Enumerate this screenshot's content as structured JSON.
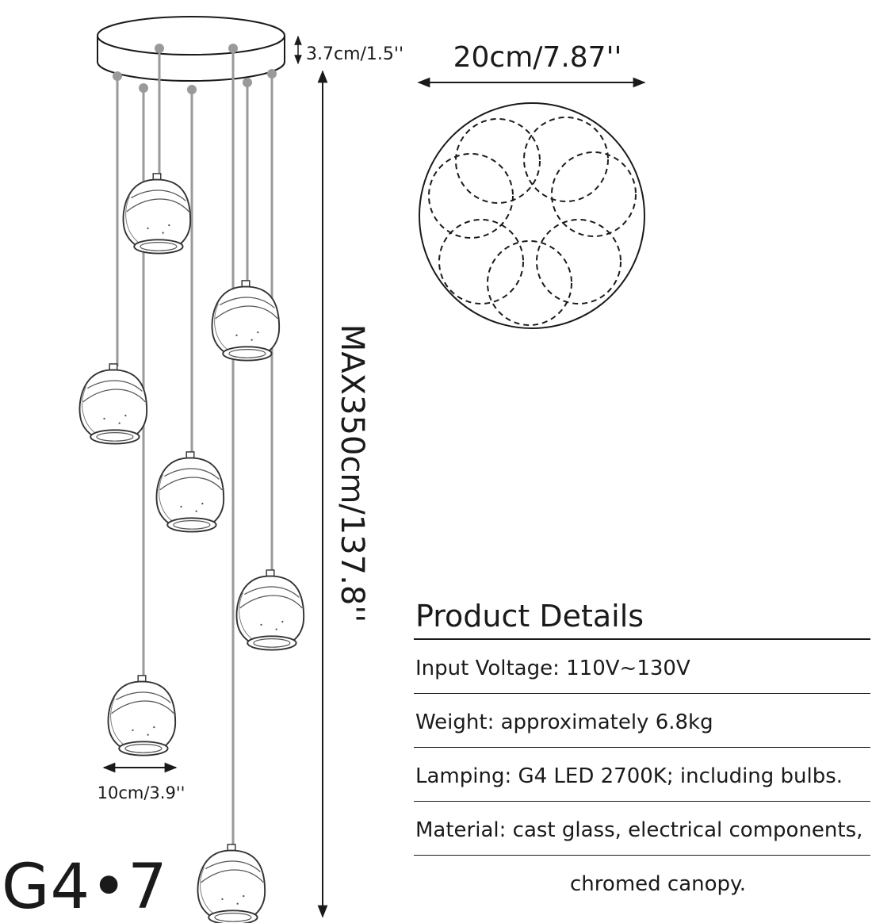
{
  "dimensions": {
    "canopy_height": "3.7cm/1.5''",
    "canopy_diameter": "20cm/7.87''",
    "max_length": "MAX350cm/137.8''",
    "shade_width": "10cm/3.9''"
  },
  "model": "G4•7",
  "product_details": {
    "title": "Product Details",
    "rows": [
      "Input Voltage: 110V~130V",
      "Weight: approximately 6.8kg",
      "Lamping: G4 LED 2700K; including bulbs.",
      "Material: cast glass,  electrical components,",
      "chromed canopy."
    ]
  },
  "colors": {
    "line": "#1a1a1a",
    "cord": "#9a9a9a"
  },
  "icons": [
    "double-arrow-icon",
    "dashed-circle-icon",
    "pendant-shade-icon"
  ]
}
